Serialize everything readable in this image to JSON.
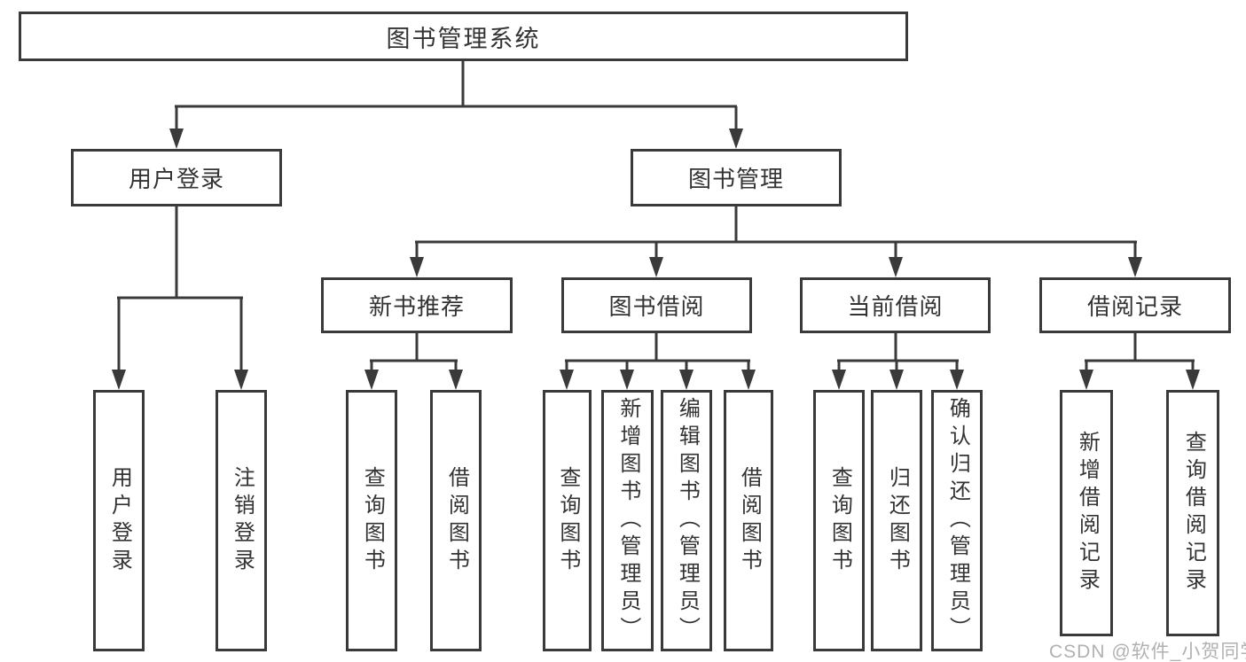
{
  "diagram": {
    "root_label": "图书管理系统",
    "nodes": {
      "user_login": {
        "label": "用户登录",
        "children": [
          "用户登录",
          "注销登录"
        ]
      },
      "book_mgmt": {
        "label": "图书管理"
      },
      "new_books": {
        "label": "新书推荐",
        "children": [
          "查询图书",
          "借阅图书"
        ]
      },
      "borrow": {
        "label": "图书借阅",
        "children": [
          "查询图书",
          "新增图书（管理员）",
          "编辑图书（管理员）",
          "借阅图书"
        ]
      },
      "current": {
        "label": "当前借阅",
        "children": [
          "查询图书",
          "归还图书",
          "确认归还（管理员）"
        ]
      },
      "records": {
        "label": "借阅记录",
        "children": [
          "新增借阅记录",
          "查询借阅记录"
        ]
      }
    },
    "colors": {
      "line": "#3a3a3a",
      "text": "#333333",
      "watermark": "#a8a8a8"
    }
  },
  "watermark": "CSDN @软件_小贺同学"
}
